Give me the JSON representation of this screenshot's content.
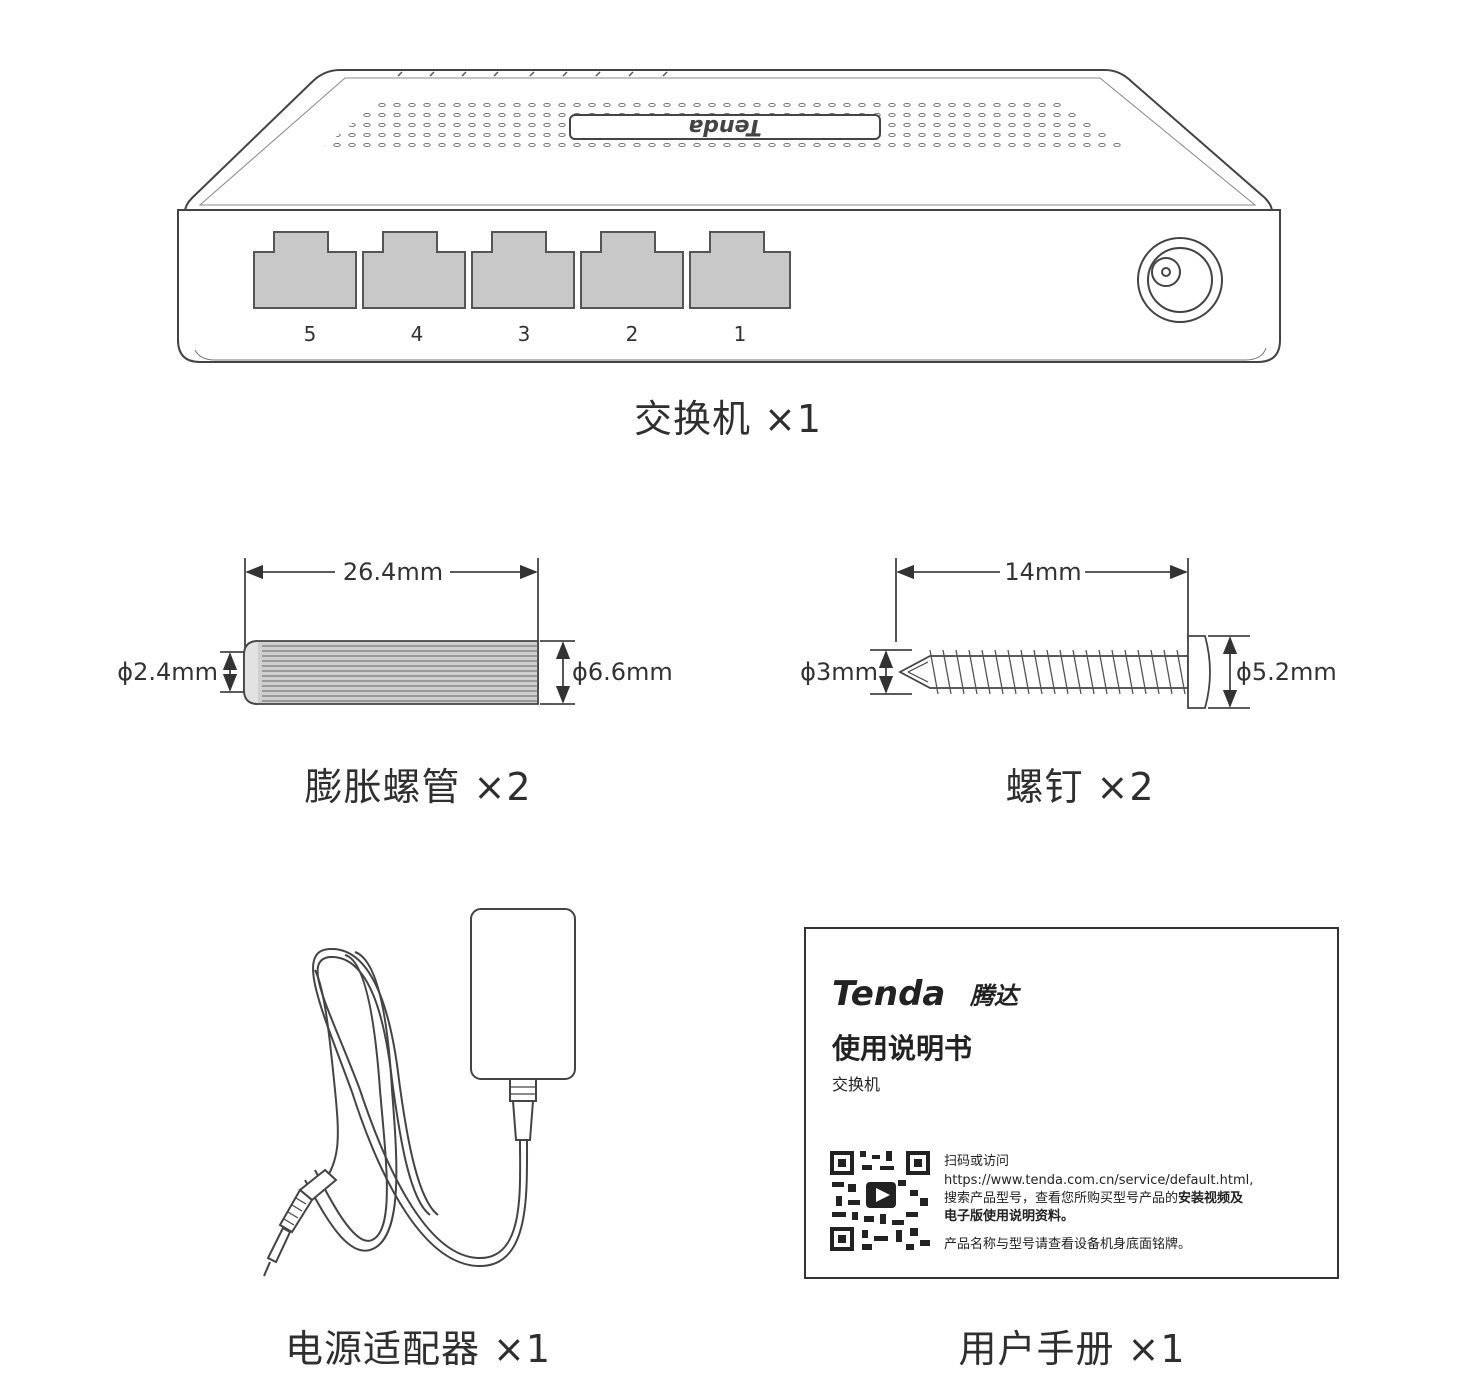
{
  "items": {
    "switch": {
      "label": "交换机 ×1",
      "ports": [
        "5",
        "4",
        "3",
        "2",
        "1"
      ]
    },
    "anchor": {
      "label": "膨胀螺管 ×2",
      "length": "26.4mm",
      "tip_diameter": "ϕ2.4mm",
      "diameter": "ϕ6.6mm"
    },
    "screw": {
      "label": "螺钉 ×2",
      "length": "14mm",
      "shaft_diameter": "ϕ3mm",
      "head_diameter": "ϕ5.2mm"
    },
    "adapter": {
      "label": "电源适配器 ×1"
    },
    "manual": {
      "label": "用户手册 ×1",
      "brand": "Tenda",
      "brand_cn": "腾达",
      "title": "使用说明书",
      "subtitle": "交换机",
      "scan_line": "扫码或访问",
      "url_line": "https://www.tenda.com.cn/service/default.html,",
      "search_line_a": "搜索产品型号，查看您所购买型号产品的",
      "search_line_b": "安装视频及",
      "search_line_c": "电子版使用说明资料。",
      "model_note": "产品名称与型号请查看设备机身底面铭牌。"
    }
  }
}
